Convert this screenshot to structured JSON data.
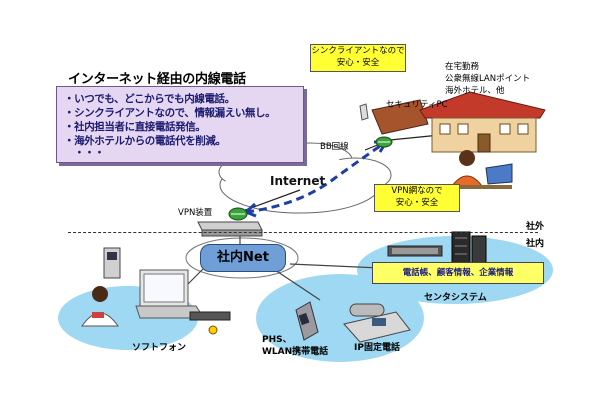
{
  "title": "インターネット経由の内線電話",
  "bullets": [
    "・いつでも、どこからでも内線電話。",
    "・シンクライアントなので、情報漏えい無し。",
    "・社内担当者に直接電話発信。",
    "・海外ホテルからの電話代を削減。",
    "　・・・"
  ],
  "callout_top": {
    "line1": "シンクライアントなので",
    "line2": "安心・安全"
  },
  "callout_vpn": {
    "line1": "VPN網なので",
    "line2": "安心・安全"
  },
  "labels": {
    "remote": [
      "在宅勤務",
      "公衆無線LANポイント",
      "海外ホテル、他"
    ],
    "security_pc": "セキュリティPC",
    "bb_line": "BB回線",
    "internet": "Internet",
    "vpn_device": "VPN装置",
    "outside": "社外",
    "inside": "社内",
    "internal_net": "社内Net",
    "info_bar": "電話帳、顧客情報、企業情報",
    "center_system": "センタシステム",
    "softphone": "ソフトフォン",
    "phs": [
      "PHS、",
      "WLAN携帯電話"
    ],
    "ip_phone": "IP固定電話"
  },
  "colors": {
    "bullet_bg": "#e5d7f2",
    "callout": "#ffff33",
    "net_badge": "#6f9fd6",
    "ellipse": "#9fd8f2"
  },
  "icons": [
    "house-icon",
    "laptop-icon",
    "person-icon",
    "cloud-icon",
    "vpn-device-icon",
    "router-icon",
    "cellphone-icon",
    "ip-phone-icon",
    "server-icon",
    "server-rack-icon",
    "notebook-pc-icon"
  ]
}
